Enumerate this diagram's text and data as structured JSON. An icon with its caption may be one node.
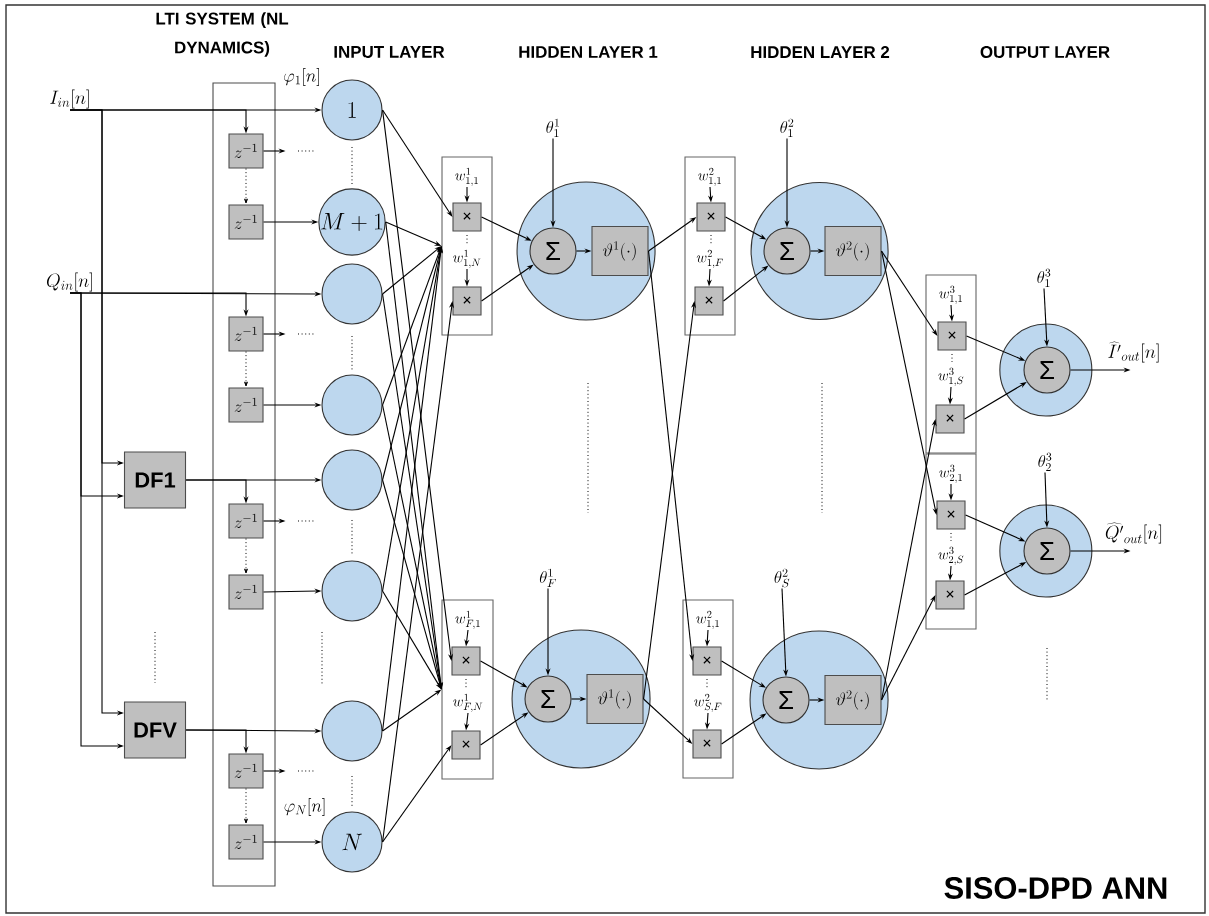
{
  "diagram": {
    "nodes": [
      {
        "text": [
          "I_{in}[n]"
        ]
      },
      {
        "text": [
          "Q_{in}[n]"
        ]
      },
      {
        "text": [
          "LTI SYSTEM (NL DYNAMICS)"
        ]
      },
      {
        "text": [
          "z^{-1}"
        ],
        "in": 2
      },
      {
        "text": [
          "z^{-1}"
        ],
        "in": 2
      },
      {
        "text": [
          "z^{-1}"
        ],
        "in": 2
      },
      {
        "text": [
          "z^{-1}"
        ],
        "in": 2
      },
      {
        "text": [
          "z^{-1}"
        ],
        "in": 2
      },
      {
        "text": [
          "z^{-1}"
        ],
        "in": 2
      },
      {
        "text": [
          "z^{-1}"
        ],
        "in": 2
      },
      {
        "text": [
          "z^{-1}"
        ],
        "in": 2
      },
      {
        "text": [
          "DF1"
        ]
      },
      {
        "text": [
          "DFV"
        ]
      },
      {
        "text": [
          "1"
        ],
        "beside": [
          "\\varphi_{1}[n]"
        ]
      },
      {
        "text": [
          "M+1"
        ]
      },
      {
        "text": [],
        "shape": "circle"
      },
      {
        "text": [],
        "shape": "circle"
      },
      {
        "text": [],
        "shape": "circle"
      },
      {
        "text": [],
        "shape": "circle"
      },
      {
        "text": [],
        "shape": "circle"
      },
      {
        "text": [
          "N"
        ],
        "beside": [
          "\\varphi_{N}[n]"
        ]
      },
      {
        "text": [],
        "shape": "box"
      },
      {
        "text": [
          "w^{1}_{1,1}"
        ],
        "in": 21
      },
      {
        "text": [
          "×"
        ],
        "in": 21
      },
      {
        "text": [
          "w^{1}_{1,N}"
        ],
        "in": 21
      },
      {
        "text": [
          "×"
        ],
        "in": 21
      },
      {
        "text": [],
        "shape": "box"
      },
      {
        "text": [
          "w^{1}_{F,1}"
        ],
        "in": 26
      },
      {
        "text": [
          "×"
        ],
        "in": 26
      },
      {
        "text": [
          "w^{1}_{F,N}"
        ],
        "in": 26
      },
      {
        "text": [
          "×"
        ],
        "in": 26
      },
      {
        "text": [
          "\\theta^{1}_{1}"
        ]
      },
      {
        "text": [],
        "shape": "circle"
      },
      {
        "text": [
          "Σ"
        ],
        "in": 32
      },
      {
        "text": [
          "\\vartheta^{1}(\\cdot)"
        ],
        "in": 32
      },
      {
        "text": [
          "\\theta^{1}_{F}"
        ]
      },
      {
        "text": [],
        "shape": "circle"
      },
      {
        "text": [
          "Σ"
        ],
        "in": 36
      },
      {
        "text": [
          "\\vartheta^{1}(\\cdot)"
        ],
        "in": 36
      },
      {
        "text": [],
        "shape": "box"
      },
      {
        "text": [
          "w^{2}_{1,1}"
        ],
        "in": 39
      },
      {
        "text": [
          "×"
        ],
        "in": 39
      },
      {
        "text": [
          "w^{2}_{1,F}"
        ],
        "in": 39
      },
      {
        "text": [
          "×"
        ],
        "in": 39
      },
      {
        "text": [],
        "shape": "box"
      },
      {
        "text": [
          "w^{2}_{1,1}"
        ],
        "in": 44
      },
      {
        "text": [
          "×"
        ],
        "in": 44
      },
      {
        "text": [
          "w^{2}_{S,F}"
        ],
        "in": 44
      },
      {
        "text": [
          "×"
        ],
        "in": 44
      },
      {
        "text": [
          "\\theta^{2}_{1}"
        ]
      },
      {
        "text": [],
        "shape": "circle"
      },
      {
        "text": [
          "Σ"
        ],
        "in": 50
      },
      {
        "text": [
          "\\vartheta^{2}(\\cdot)"
        ],
        "in": 50
      },
      {
        "text": [
          "\\theta^{2}_{S}"
        ]
      },
      {
        "text": [],
        "shape": "circle"
      },
      {
        "text": [
          "Σ"
        ],
        "in": 54
      },
      {
        "text": [
          "\\vartheta^{2}(\\cdot)"
        ],
        "in": 54
      },
      {
        "text": [],
        "shape": "box"
      },
      {
        "text": [
          "w^{3}_{1,1}"
        ],
        "in": 57
      },
      {
        "text": [
          "×"
        ],
        "in": 57
      },
      {
        "text": [
          "w^{3}_{1,S}"
        ],
        "in": 57
      },
      {
        "text": [
          "×"
        ],
        "in": 57
      },
      {
        "text": [],
        "shape": "box"
      },
      {
        "text": [
          "w^{3}_{2,1}"
        ],
        "in": 62
      },
      {
        "text": [
          "×"
        ],
        "in": 62
      },
      {
        "text": [
          "w^{3}_{2,S}"
        ],
        "in": 62
      },
      {
        "text": [
          "×"
        ],
        "in": 62
      },
      {
        "text": [
          "\\theta^{3}_{1}"
        ]
      },
      {
        "text": [],
        "shape": "circle"
      },
      {
        "text": [
          "Σ"
        ],
        "in": 68
      },
      {
        "text": [
          "\\theta^{3}_{2}"
        ]
      },
      {
        "text": [],
        "shape": "circle"
      },
      {
        "text": [
          "Σ"
        ],
        "in": 71
      }
    ],
    "edges": [
      {
        "from": 0,
        "to": 13,
        "arrow": "to"
      },
      {
        "from": 0,
        "to": 3,
        "arrow": "to"
      },
      {
        "from": 0,
        "to": 11,
        "arrow": "to"
      },
      {
        "from": 0,
        "to": 12,
        "arrow": "to"
      },
      {
        "from": 1,
        "to": 15,
        "arrow": "to"
      },
      {
        "from": 1,
        "to": 5,
        "arrow": "to"
      },
      {
        "from": 1,
        "to": 11,
        "arrow": "to"
      },
      {
        "from": 1,
        "to": 12,
        "arrow": "to"
      },
      {
        "from": 11,
        "to": 17,
        "arrow": "to"
      },
      {
        "from": 11,
        "to": 7,
        "arrow": "to"
      },
      {
        "from": 12,
        "to": 19,
        "arrow": "to"
      },
      {
        "from": 12,
        "to": 9,
        "arrow": "to"
      },
      {
        "from": 3,
        "to": null,
        "arrow": "to"
      },
      {
        "from": 3,
        "to": 4,
        "arrow": "to",
        "style": "dashed"
      },
      {
        "from": 4,
        "to": 14,
        "arrow": "to"
      },
      {
        "from": 5,
        "to": null,
        "arrow": "to"
      },
      {
        "from": 5,
        "to": 6,
        "arrow": "to",
        "style": "dashed"
      },
      {
        "from": 6,
        "to": 16,
        "arrow": "to"
      },
      {
        "from": 7,
        "to": null,
        "arrow": "to"
      },
      {
        "from": 7,
        "to": 8,
        "arrow": "to",
        "style": "dashed"
      },
      {
        "from": 8,
        "to": 18,
        "arrow": "to"
      },
      {
        "from": 9,
        "to": null,
        "arrow": "to"
      },
      {
        "from": 9,
        "to": 10,
        "arrow": "to",
        "style": "dashed"
      },
      {
        "from": 10,
        "to": 20,
        "arrow": "to"
      },
      {
        "from": 13,
        "to": 23,
        "arrow": "to"
      },
      {
        "from": 13,
        "to": 28,
        "arrow": "to"
      },
      {
        "from": 14,
        "to": 21,
        "arrow": "to"
      },
      {
        "from": 14,
        "to": 26,
        "arrow": "to"
      },
      {
        "from": 15,
        "to": 21,
        "arrow": "to"
      },
      {
        "from": 15,
        "to": 26,
        "arrow": "to"
      },
      {
        "from": 16,
        "to": 21,
        "arrow": "to"
      },
      {
        "from": 16,
        "to": 26,
        "arrow": "to"
      },
      {
        "from": 17,
        "to": 21,
        "arrow": "to"
      },
      {
        "from": 17,
        "to": 26,
        "arrow": "to"
      },
      {
        "from": 18,
        "to": 21,
        "arrow": "to"
      },
      {
        "from": 18,
        "to": 26,
        "arrow": "to"
      },
      {
        "from": 19,
        "to": 21,
        "arrow": "to"
      },
      {
        "from": 19,
        "to": 26,
        "arrow": "to"
      },
      {
        "from": 20,
        "to": 25,
        "arrow": "to"
      },
      {
        "from": 20,
        "to": 30,
        "arrow": "to"
      },
      {
        "from": 22,
        "to": 23,
        "arrow": "to"
      },
      {
        "from": 24,
        "to": 25,
        "arrow": "to"
      },
      {
        "from": 23,
        "to": 33,
        "arrow": "to"
      },
      {
        "from": 25,
        "to": 33,
        "arrow": "to"
      },
      {
        "from": 31,
        "to": 33,
        "arrow": "to"
      },
      {
        "from": 33,
        "to": 34,
        "arrow": "to"
      },
      {
        "from": 27,
        "to": 28,
        "arrow": "to"
      },
      {
        "from": 29,
        "to": 30,
        "arrow": "to"
      },
      {
        "from": 28,
        "to": 37,
        "arrow": "to"
      },
      {
        "from": 30,
        "to": 37,
        "arrow": "to"
      },
      {
        "from": 35,
        "to": 37,
        "arrow": "to"
      },
      {
        "from": 37,
        "to": 38,
        "arrow": "to"
      },
      {
        "from": 34,
        "to": 41,
        "arrow": "to"
      },
      {
        "from": 34,
        "to": 46,
        "arrow": "to"
      },
      {
        "from": 38,
        "to": 43,
        "arrow": "to"
      },
      {
        "from": 38,
        "to": 48,
        "arrow": "to"
      },
      {
        "from": 40,
        "to": 41,
        "arrow": "to"
      },
      {
        "from": 42,
        "to": 43,
        "arrow": "to"
      },
      {
        "from": 41,
        "to": 51,
        "arrow": "to"
      },
      {
        "from": 43,
        "to": 51,
        "arrow": "to"
      },
      {
        "from": 49,
        "to": 51,
        "arrow": "to"
      },
      {
        "from": 51,
        "to": 52,
        "arrow": "to"
      },
      {
        "from": 45,
        "to": 46,
        "arrow": "to"
      },
      {
        "from": 47,
        "to": 48,
        "arrow": "to"
      },
      {
        "from": 46,
        "to": 55,
        "arrow": "to"
      },
      {
        "from": 48,
        "to": 55,
        "arrow": "to"
      },
      {
        "from": 53,
        "to": 55,
        "arrow": "to"
      },
      {
        "from": 55,
        "to": 56,
        "arrow": "to"
      },
      {
        "from": 52,
        "to": 59,
        "arrow": "to"
      },
      {
        "from": 52,
        "to": 64,
        "arrow": "to"
      },
      {
        "from": 56,
        "to": 61,
        "arrow": "to"
      },
      {
        "from": 56,
        "to": 66,
        "arrow": "to"
      },
      {
        "from": 58,
        "to": 59,
        "arrow": "to"
      },
      {
        "from": 60,
        "to": 61,
        "arrow": "to"
      },
      {
        "from": 59,
        "to": 69,
        "arrow": "to"
      },
      {
        "from": 61,
        "to": 69,
        "arrow": "to"
      },
      {
        "from": 67,
        "to": 69,
        "arrow": "to"
      },
      {
        "from": 63,
        "to": 64,
        "arrow": "to"
      },
      {
        "from": 65,
        "to": 66,
        "arrow": "to"
      },
      {
        "from": 64,
        "to": 72,
        "arrow": "to"
      },
      {
        "from": 66,
        "to": 72,
        "arrow": "to"
      },
      {
        "from": 70,
        "to": 72,
        "arrow": "to"
      },
      {
        "from": 69,
        "to": null,
        "arrow": "to",
        "label": "\\widehat{I'}_{out}[n]"
      },
      {
        "from": 72,
        "to": null,
        "arrow": "to",
        "label": "\\widehat{Q'}_{out}[n]"
      }
    ],
    "title": "SISO-DPD ANN",
    "labels": [
      "INPUT LAYER",
      "HIDDEN LAYER 1",
      "HIDDEN LAYER 2",
      "OUTPUT LAYER"
    ]
  }
}
